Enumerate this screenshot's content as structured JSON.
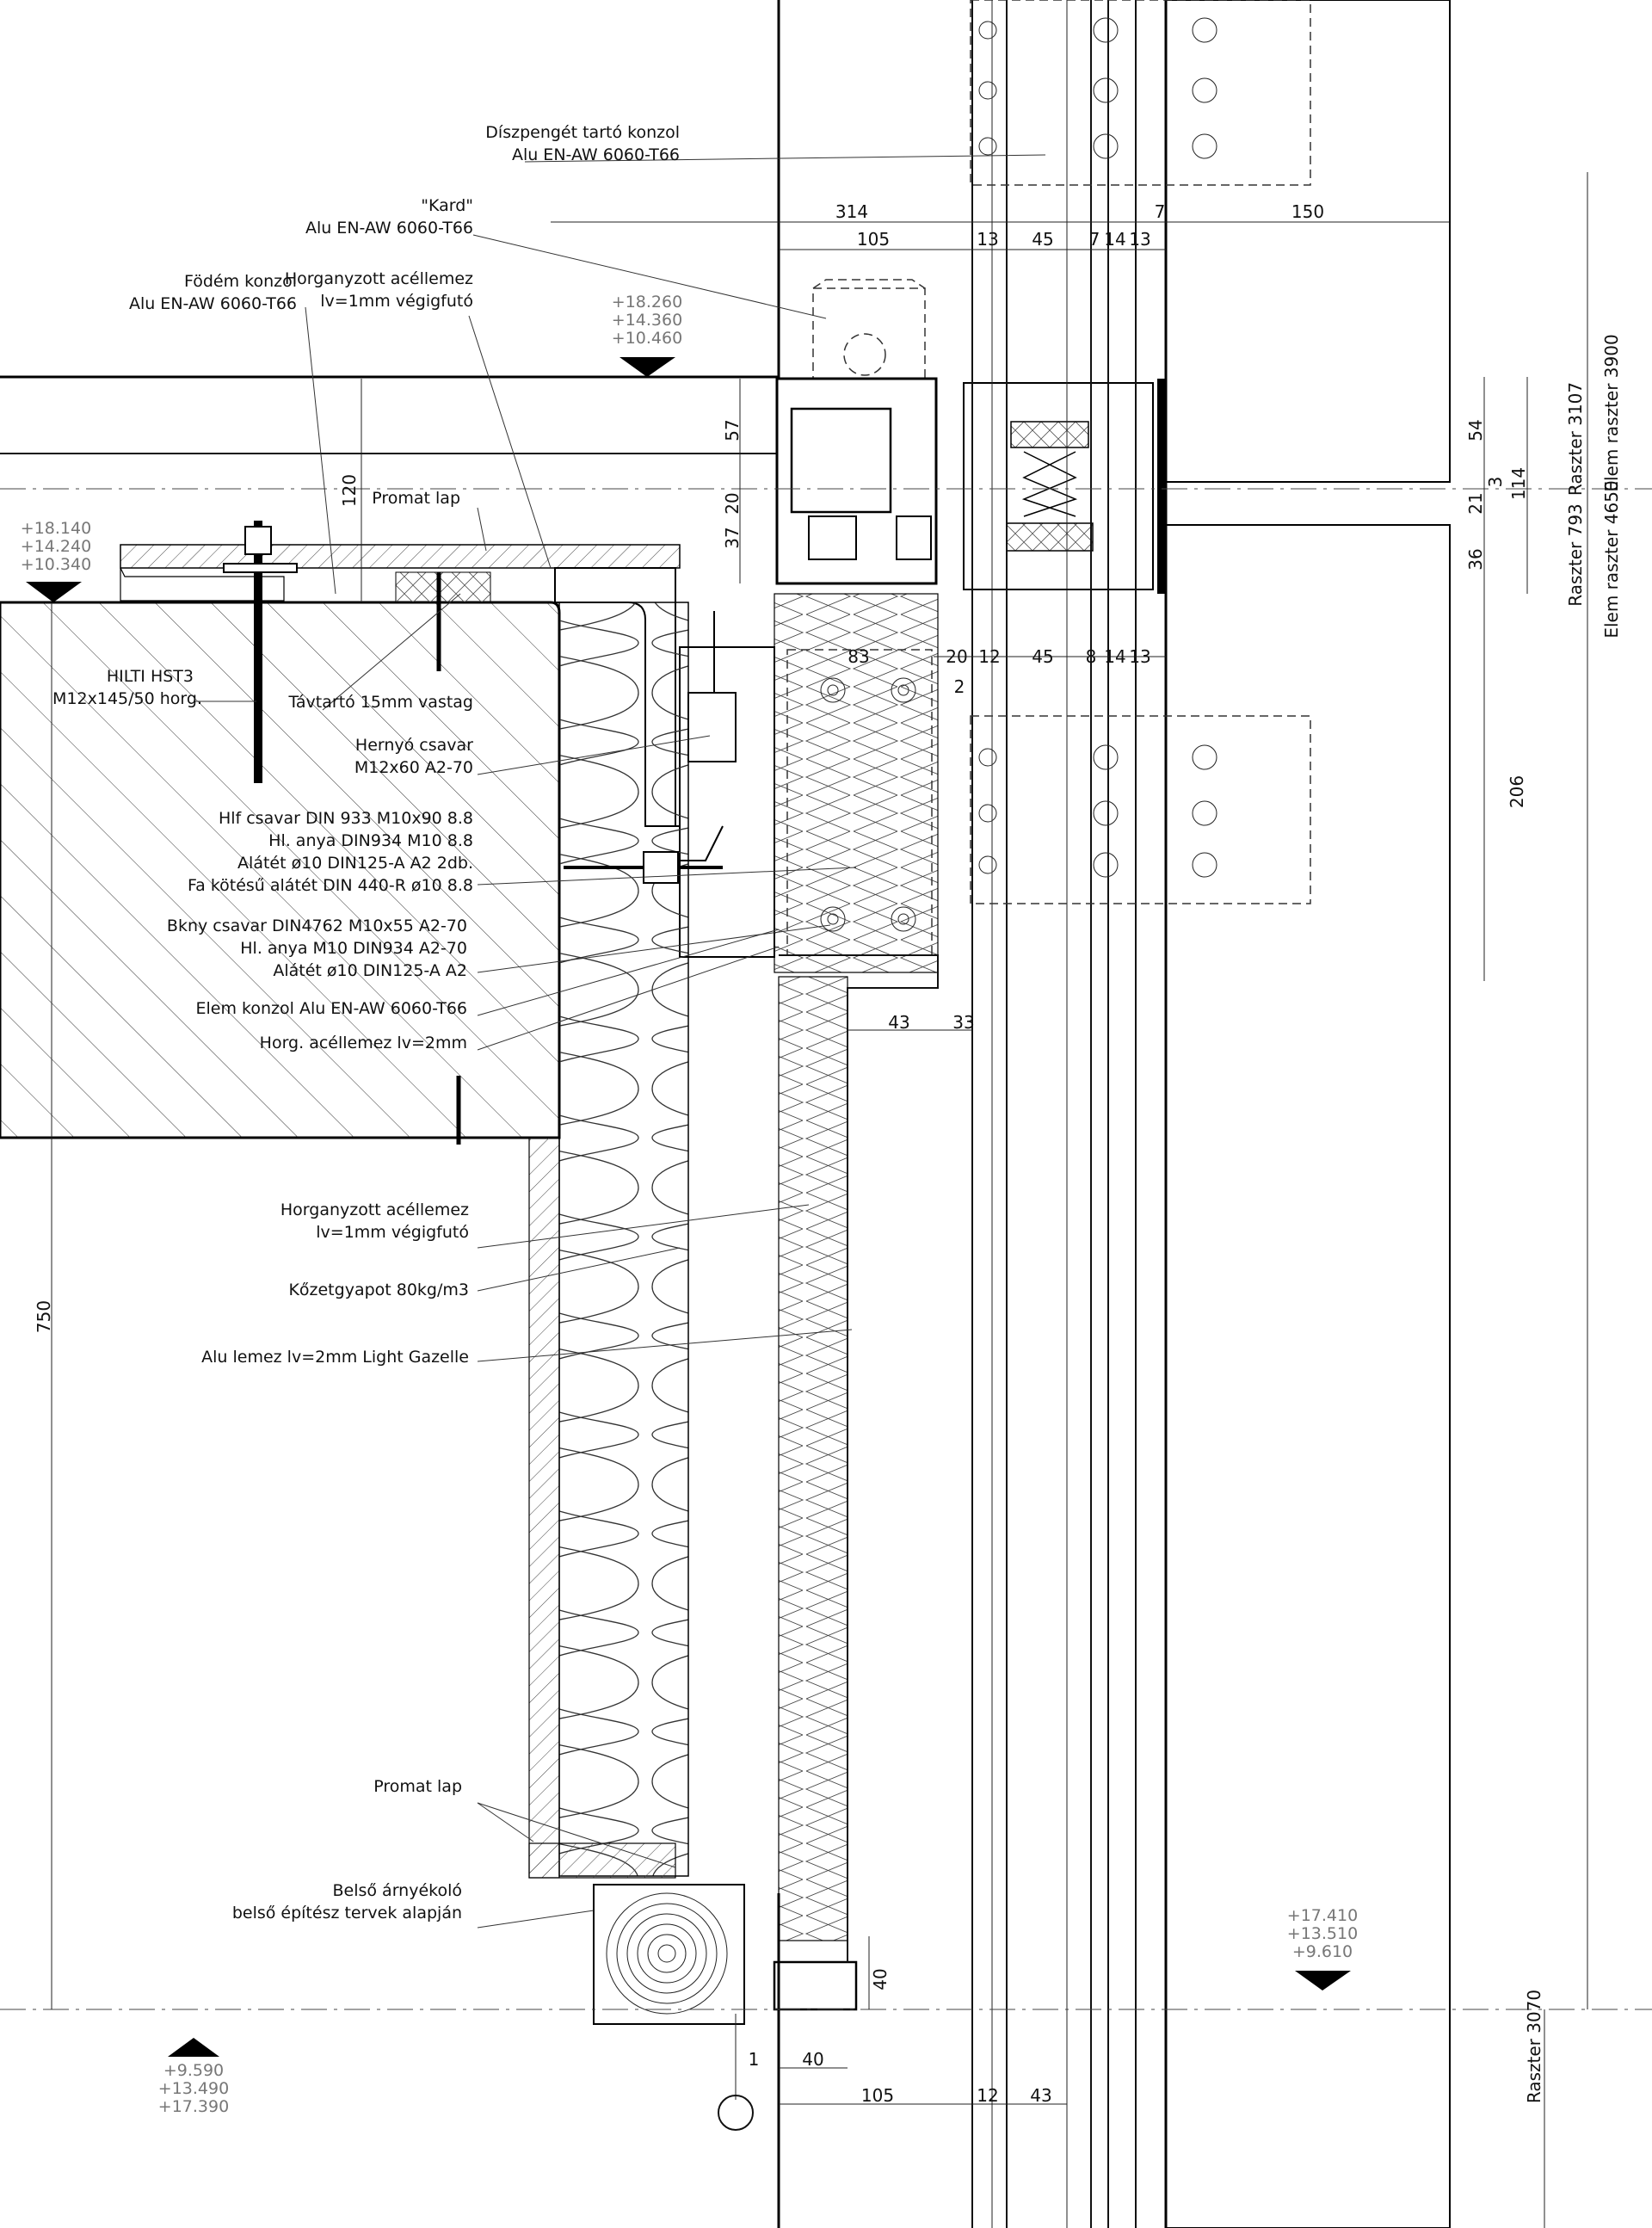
{
  "labels": {
    "diszpenget_1": "Díszpengét tartó konzol",
    "diszpenget_2": "Alu EN-AW 6060-T66",
    "kard_1": "\"Kard\"",
    "kard_2": "Alu EN-AW 6060-T66",
    "fodem_1": "Födém konzol",
    "fodem_2": "Alu EN-AW 6060-T66",
    "horg_top_1": "Horganyzott acéllemez",
    "horg_top_2": "lv=1mm végigfutó",
    "promat_top": "Promat lap",
    "hilti_1": "HILTI HST3",
    "hilti_2": "M12x145/50 horg.",
    "tavtarto": "Távtartó 15mm vastag",
    "hernyo_1": "Hernyó csavar",
    "hernyo_2": "M12x60 A2-70",
    "hlf_1": "Hlf csavar DIN 933 M10x90 8.8",
    "hlf_2": "Hl. anya DIN934 M10 8.8",
    "hlf_3": "Alátét ø10 DIN125-A A2 2db.",
    "hlf_4": "Fa kötésű alátét DIN 440-R ø10 8.8",
    "bkny_1": "Bkny csavar DIN4762 M10x55 A2-70",
    "bkny_2": "Hl. anya M10 DIN934 A2-70",
    "bkny_3": "Alátét ø10 DIN125-A A2",
    "elem_konzol": "Elem konzol Alu EN-AW 6060-T66",
    "horg_2mm": "Horg. acéllemez lv=2mm",
    "horg_mid_1": "Horganyzott acéllemez",
    "horg_mid_2": "lv=1mm végigfutó",
    "kozetgyapot": "Kőzetgyapot 80kg/m3",
    "alu_lemez": "Alu lemez lv=2mm Light Gazelle",
    "promat_bottom": "Promat lap",
    "arnyekolo_1": "Belső árnyékoló",
    "arnyekolo_2": "belső építész tervek alapján"
  },
  "levels": {
    "top_1": "+18.260",
    "top_2": "+14.360",
    "top_3": "+10.460",
    "left_1": "+18.140",
    "left_2": "+14.240",
    "left_3": "+10.340",
    "right_1": "+17.410",
    "right_2": "+13.510",
    "right_3": "+9.610",
    "bottom_1": "+9.590",
    "bottom_2": "+13.490",
    "bottom_3": "+17.390"
  },
  "dims": {
    "d314": "314",
    "d105a": "105",
    "d13a": "13",
    "d45a": "45",
    "d7a": "7",
    "d14a": "14",
    "d13b": "13",
    "d7b": "7",
    "d150": "150",
    "d57": "57",
    "d20a": "20",
    "d37": "37",
    "d120": "120",
    "d83": "83",
    "d20b": "20",
    "d12a": "12",
    "d45b": "45",
    "d8": "8",
    "d14b": "14",
    "d13c": "13",
    "d2": "2",
    "d54": "54",
    "d21": "21",
    "d3": "3",
    "d114": "114",
    "d36": "36",
    "d206": "206",
    "d43a": "43",
    "d33": "33",
    "d750": "750",
    "d40a": "40",
    "d1": "1",
    "d40b": "40",
    "d105b": "105",
    "d12b": "12",
    "d43b": "43",
    "raszter_3107": "Raszter 3107",
    "elem_raszter_3900": "Elem raszter 3900",
    "raszter_793": "Raszter 793",
    "elem_raszter_4650": "Elem raszter 4650",
    "raszter_3070": "Raszter 3070"
  }
}
